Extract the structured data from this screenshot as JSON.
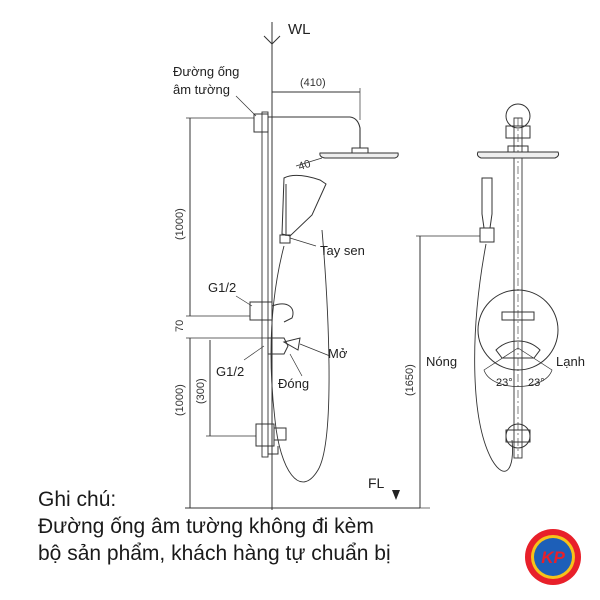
{
  "labels": {
    "wl": "WL",
    "fl": "FL",
    "pipe_line1": "Đường ống",
    "pipe_line2": "âm tường",
    "hand_shower": "Tay sen",
    "g_top": "G1/2",
    "g_bottom": "G1/2",
    "open": "Mở",
    "close": "Đóng",
    "hot": "Nóng",
    "cold": "Lạnh",
    "temp_left": "23°",
    "temp_right": "23°"
  },
  "dimensions": {
    "arm": "(410)",
    "angle": "40",
    "upper": "(1000)",
    "gap": "70",
    "lower": "(1000)",
    "handle": "(300)",
    "height": "(1650)"
  },
  "note": {
    "title": "Ghi chú:",
    "line1": "Đường ống âm tường không đi kèm",
    "line2": "bộ sản phẩm, khách hàng tự chuẩn bị"
  },
  "logo": {
    "text": "KP",
    "colors": {
      "outer": "#e8202a",
      "inner": "#1d5fb8",
      "ring": "#f6c21a"
    }
  }
}
